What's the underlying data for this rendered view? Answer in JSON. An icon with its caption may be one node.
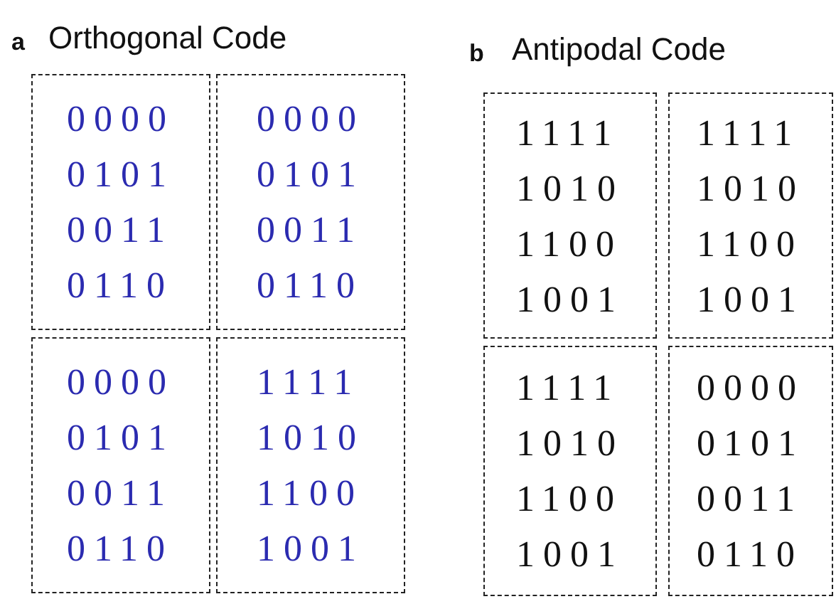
{
  "diagram": {
    "nodes": [
      {
        "text": [
          "0000 0101 0011 0110"
        ]
      },
      {
        "text": [
          "0000 0101 0011 0110"
        ]
      },
      {
        "text": [
          "0000 0101 0011 0110"
        ]
      },
      {
        "text": [
          "1111 1010 1100 1001"
        ]
      },
      {
        "text": [
          "1111 1010 1100 1001"
        ]
      },
      {
        "text": [
          "1111 1010 1100 1001"
        ]
      },
      {
        "text": [
          "1111 1010 1100 1001"
        ]
      },
      {
        "text": [
          "0000 0101 0011 0110"
        ]
      }
    ],
    "labels": [
      "a",
      "Orthogonal Code",
      "b",
      "Antipodal Code"
    ]
  }
}
